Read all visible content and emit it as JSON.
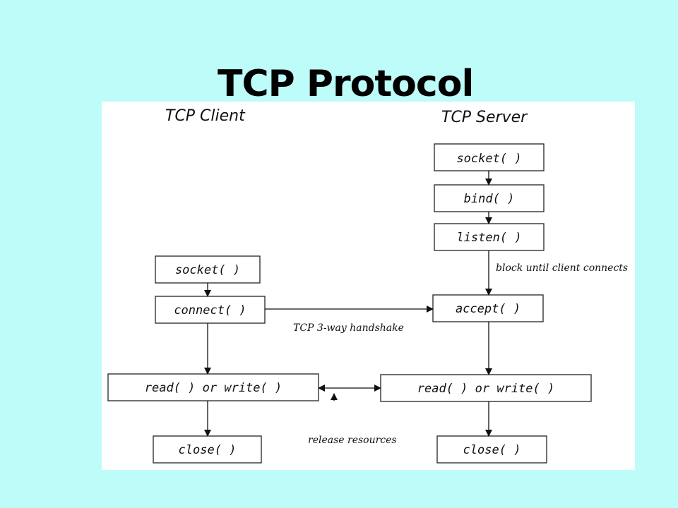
{
  "slide": {
    "title": "TCP Protocol"
  },
  "diagram": {
    "client_header": "TCP Client",
    "server_header": "TCP Server",
    "server": {
      "socket": "socket( )",
      "bind": "bind( )",
      "listen": "listen( )",
      "accept": "accept( )",
      "read_write": "read( ) or write( )",
      "close": "close( )"
    },
    "client": {
      "socket": "socket( )",
      "connect": "connect( )",
      "read_write": "read( ) or write( )",
      "close": "close( )"
    },
    "notes": {
      "block": "block until client connects",
      "handshake": "TCP 3-way handshake",
      "release": "release resources"
    }
  }
}
